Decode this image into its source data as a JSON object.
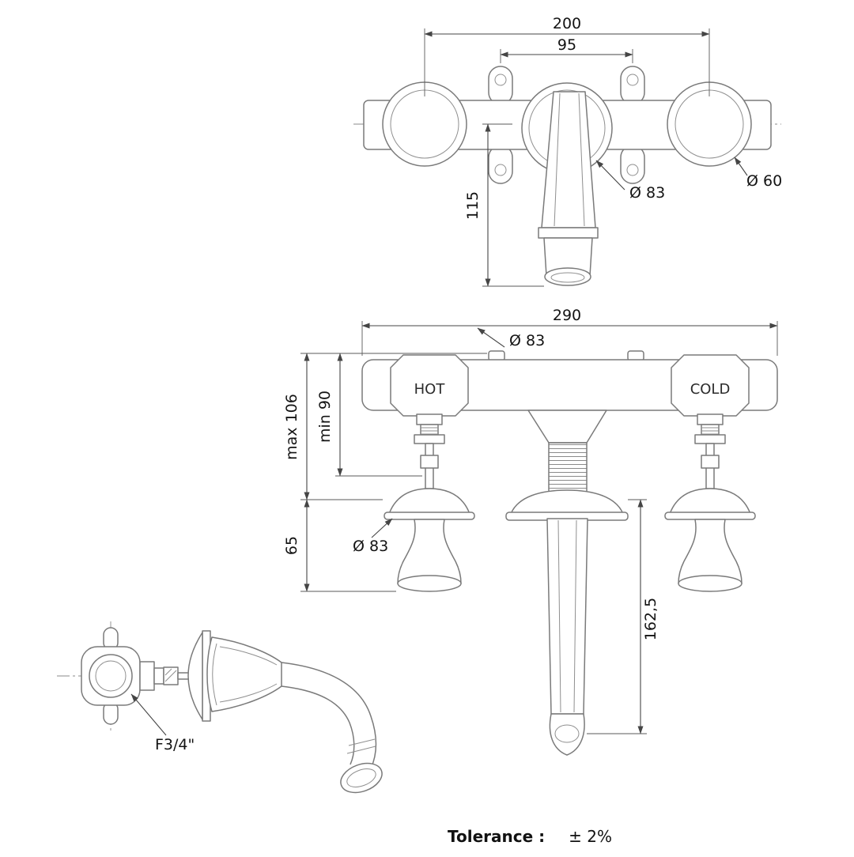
{
  "top_view": {
    "dim_width_outer": "200",
    "dim_width_inner": "95",
    "dim_height_spout": "115",
    "dia_rosette": "Ø 83",
    "dia_handle": "Ø 60"
  },
  "front_view": {
    "dim_width_total": "290",
    "dia_rosette_top": "Ø 83",
    "label_hot": "HOT",
    "label_cold": "COLD",
    "dim_max": "max 106",
    "dim_min": "min 90",
    "dim_handle_height": "65",
    "dia_handle_rosette": "Ø 83",
    "dim_spout_drop": "162,5"
  },
  "side_view": {
    "thread_label": "F3/4\""
  },
  "footer": {
    "label": "Tolerance :",
    "value": "± 2%"
  }
}
